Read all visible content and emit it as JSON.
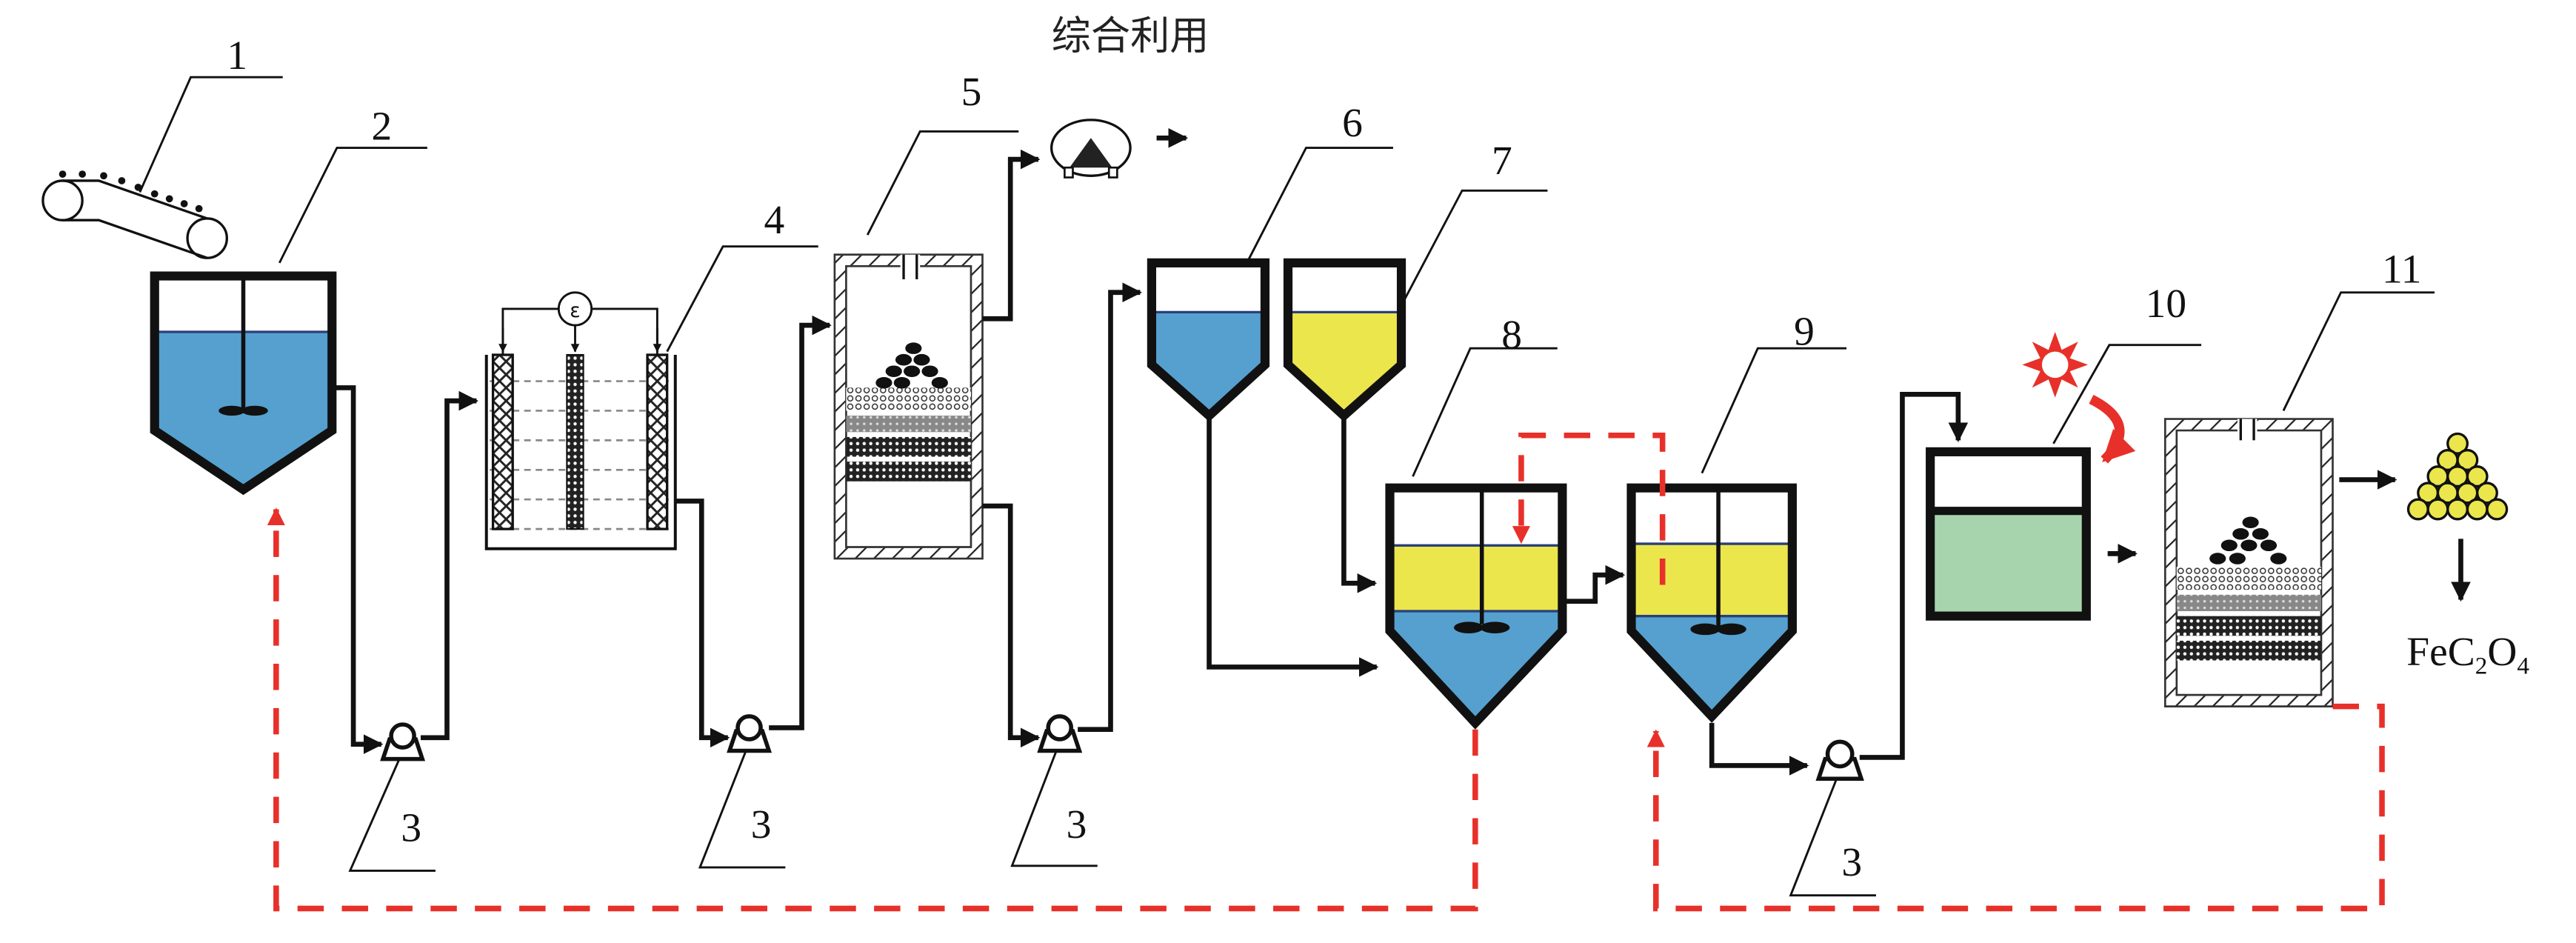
{
  "title": "综合利用",
  "product_label": {
    "main": "FeC",
    "sub1": "2",
    "mid": "O",
    "sub2": "4"
  },
  "electrode_symbol": "ε",
  "colors": {
    "water_blue": "#55a0cf",
    "reagent_yellow": "#ebe64c",
    "product_green": "#a8d4ad",
    "recycle_red": "#e8302a",
    "outline": "#111111"
  },
  "labels": {
    "conveyor": "1",
    "leach_tank": "2",
    "pump_a": "3",
    "pump_b": "3",
    "pump_c": "3",
    "pump_d": "3",
    "electrolysis_cell": "4",
    "filter_1": "5",
    "tank_blue": "6",
    "tank_yellow": "7",
    "reactor_8": "8",
    "reactor_9": "9",
    "photo_reactor": "10",
    "filter_2": "11"
  }
}
